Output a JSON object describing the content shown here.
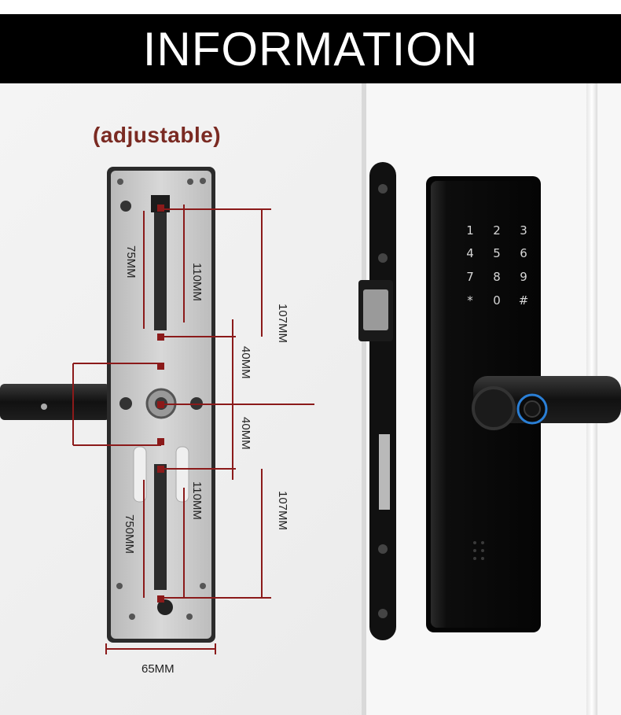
{
  "banner": {
    "title": "INFORMATION"
  },
  "note": "(adjustable)",
  "dimensions": {
    "d75": "75MM",
    "d110_top": "110MM",
    "d107_top": "107MM",
    "d40_a": "40MM",
    "d40_b": "40MM",
    "d107_bottom": "107MM",
    "d110_bottom": "110MM",
    "d750": "750MM",
    "d65": "65MM"
  },
  "keypad": {
    "keys": [
      "1",
      "2",
      "3",
      "4",
      "5",
      "6",
      "7",
      "8",
      "9",
      "*",
      "0",
      "#"
    ]
  },
  "colors": {
    "dimension_line": "#8b1a1a",
    "plate": "#c9c9c9",
    "lock_body": "#0b0b0b",
    "fingerprint_ring": "#2a7fd6"
  },
  "icons": {
    "fingerprint": "fingerprint-icon",
    "mortise": "mortise-lock",
    "handle": "lever-handle"
  }
}
